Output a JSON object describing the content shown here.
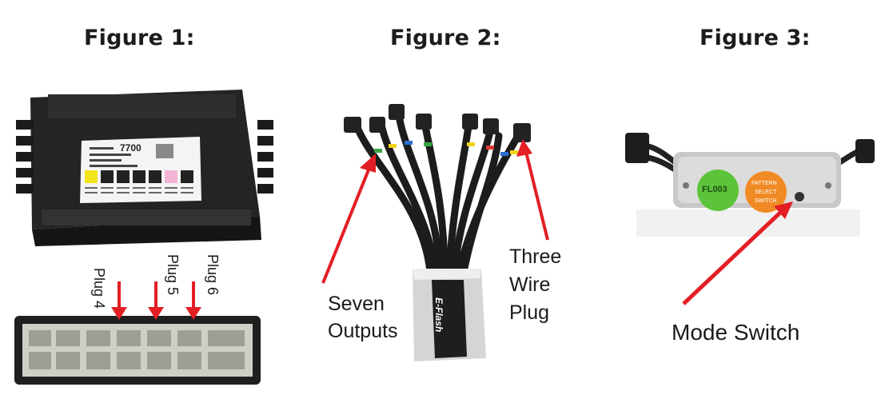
{
  "figures": [
    {
      "title": "Figure 1:"
    },
    {
      "title": "Figure 2:"
    },
    {
      "title": "Figure 3:"
    }
  ],
  "figure1": {
    "module_code": "7700",
    "plug_labels": [
      "Plug 4",
      "Plug 5",
      "Plug 6"
    ]
  },
  "figure2": {
    "label_left_1": "Seven",
    "label_left_2": "Outputs",
    "label_right_1": "Three",
    "label_right_2": "Wire",
    "label_right_3": "Plug",
    "brand": "E-Flash"
  },
  "figure3": {
    "button_left": "FL003",
    "button_right_1": "PATTERN",
    "button_right_2": "SELECT",
    "button_right_3": "SWITCH",
    "label": "Mode Switch"
  },
  "colors": {
    "arrow": "#e31e24",
    "module_body": "#2a2a2a",
    "green_button": "#5cc43a",
    "orange_button": "#f08a24"
  }
}
